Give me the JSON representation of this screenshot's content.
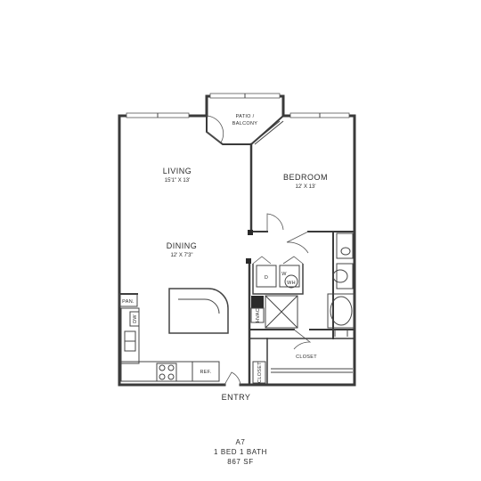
{
  "rooms": {
    "patio": "PATIO /",
    "patio2": "BALCONY",
    "living": "LIVING",
    "living_dim": "15'1\" X 13'",
    "bedroom": "BEDROOM",
    "bedroom_dim": "12' X 13'",
    "dining": "DINING",
    "dining_dim": "12' X 7'3\"",
    "closet": "CLOSET",
    "closet_small": "CLOSET",
    "entry": "ENTRY"
  },
  "fixtures": {
    "pantry": "PAN.",
    "dishwasher": "DW",
    "dryer": "D",
    "washer": "W",
    "water_heater": "WH",
    "hvac": "HVAC",
    "refrigerator": "REF."
  },
  "unit": {
    "name": "A7",
    "beds_baths": "1 BED 1 BATH",
    "area": "867  SF"
  }
}
